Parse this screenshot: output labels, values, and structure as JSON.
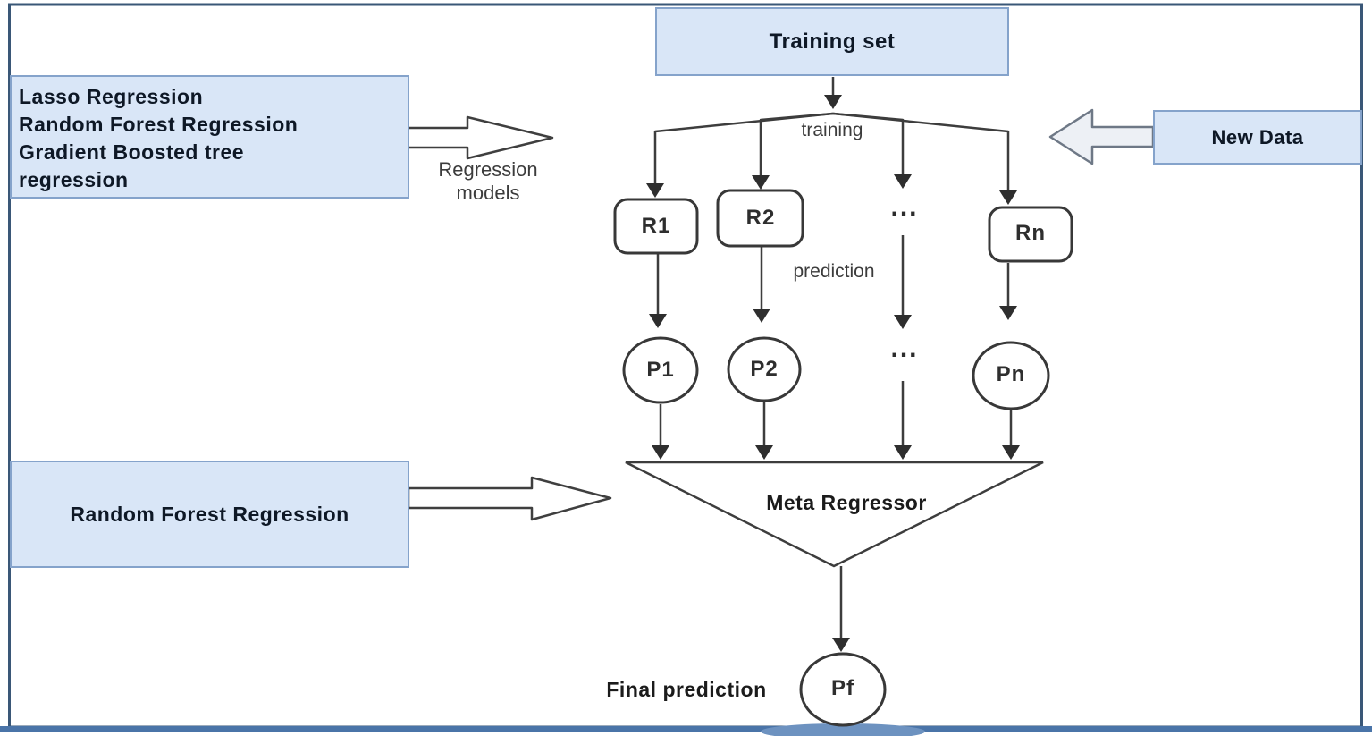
{
  "diagram": {
    "boxes": {
      "models": "Lasso Regression\nRandom Forest Regression\nGradient Boosted tree\nregression",
      "training_set": "Training set",
      "new_data": "New Data",
      "meta_model": "Random Forest Regression"
    },
    "nodes": {
      "r1": "R1",
      "r2": "R2",
      "rn": "Rn",
      "p1": "P1",
      "p2": "P2",
      "pn": "Pn",
      "pf": "Pf"
    },
    "labels": {
      "training": "training",
      "prediction": "prediction",
      "regression_models": "Regression\nmodels",
      "meta_regressor": "Meta Regressor",
      "final_prediction": "Final prediction",
      "ellipsis": "..."
    },
    "colors": {
      "box_fill": "#d9e6f7",
      "box_border": "#85a3cb",
      "frame": "#3a5777",
      "bottom_line": "#4a74a8",
      "connector": "#3d3d3d"
    }
  }
}
